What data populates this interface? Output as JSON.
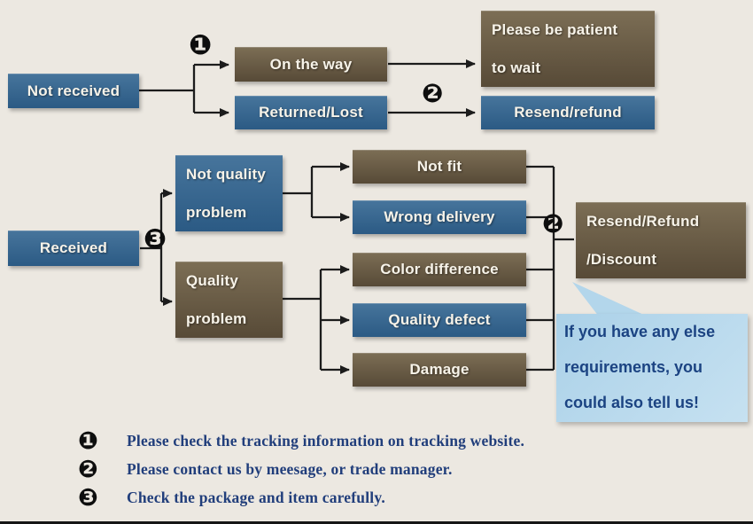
{
  "colors": {
    "background": "#ece8e1",
    "blue_box": "#2b5a84",
    "brown_box": "#574a37",
    "bubble": "#b9d9ed",
    "box_text": "#f7f3e9",
    "legend_text": "#213e7b"
  },
  "nodes": {
    "not_received": {
      "label": "Not received"
    },
    "on_the_way": {
      "label": "On the way"
    },
    "be_patient": {
      "line1": "Please be patient",
      "line2": "to wait"
    },
    "returned_lost": {
      "label": "Returned/Lost"
    },
    "resend_refund": {
      "label": "Resend/refund"
    },
    "received": {
      "label": "Received"
    },
    "not_quality_problem": {
      "line1": "Not quality",
      "line2": "problem"
    },
    "quality_problem": {
      "line1": "Quality",
      "line2": "problem"
    },
    "not_fit": {
      "label": "Not fit"
    },
    "wrong_delivery": {
      "label": "Wrong delivery"
    },
    "color_difference": {
      "label": "Color difference"
    },
    "quality_defect": {
      "label": "Quality defect"
    },
    "damage": {
      "label": "Damage"
    },
    "resend_refund_discount": {
      "line1": "Resend/Refund",
      "line2": "/Discount"
    },
    "bubble": {
      "line1": "If you have any else",
      "line2": "requirements, you",
      "line3": "could also tell us!"
    }
  },
  "markers": {
    "one": "❶",
    "two": "❷",
    "three": "❸"
  },
  "legend": [
    {
      "num": "❶",
      "text": "Please check the tracking information on tracking website."
    },
    {
      "num": "❷",
      "text": "Please contact us by meesage, or trade manager."
    },
    {
      "num": "❸",
      "text": "Check the package and item carefully."
    }
  ]
}
